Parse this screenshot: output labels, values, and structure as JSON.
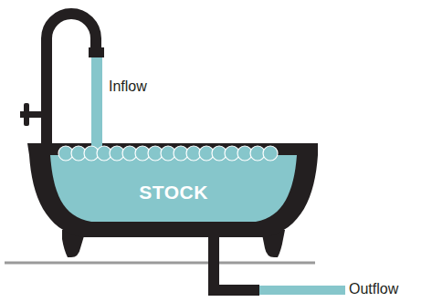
{
  "diagram": {
    "nodes": [
      {
        "text": [
          "STOCK"
        ]
      }
    ],
    "labels": [
      "Inflow",
      "Outflow"
    ]
  }
}
